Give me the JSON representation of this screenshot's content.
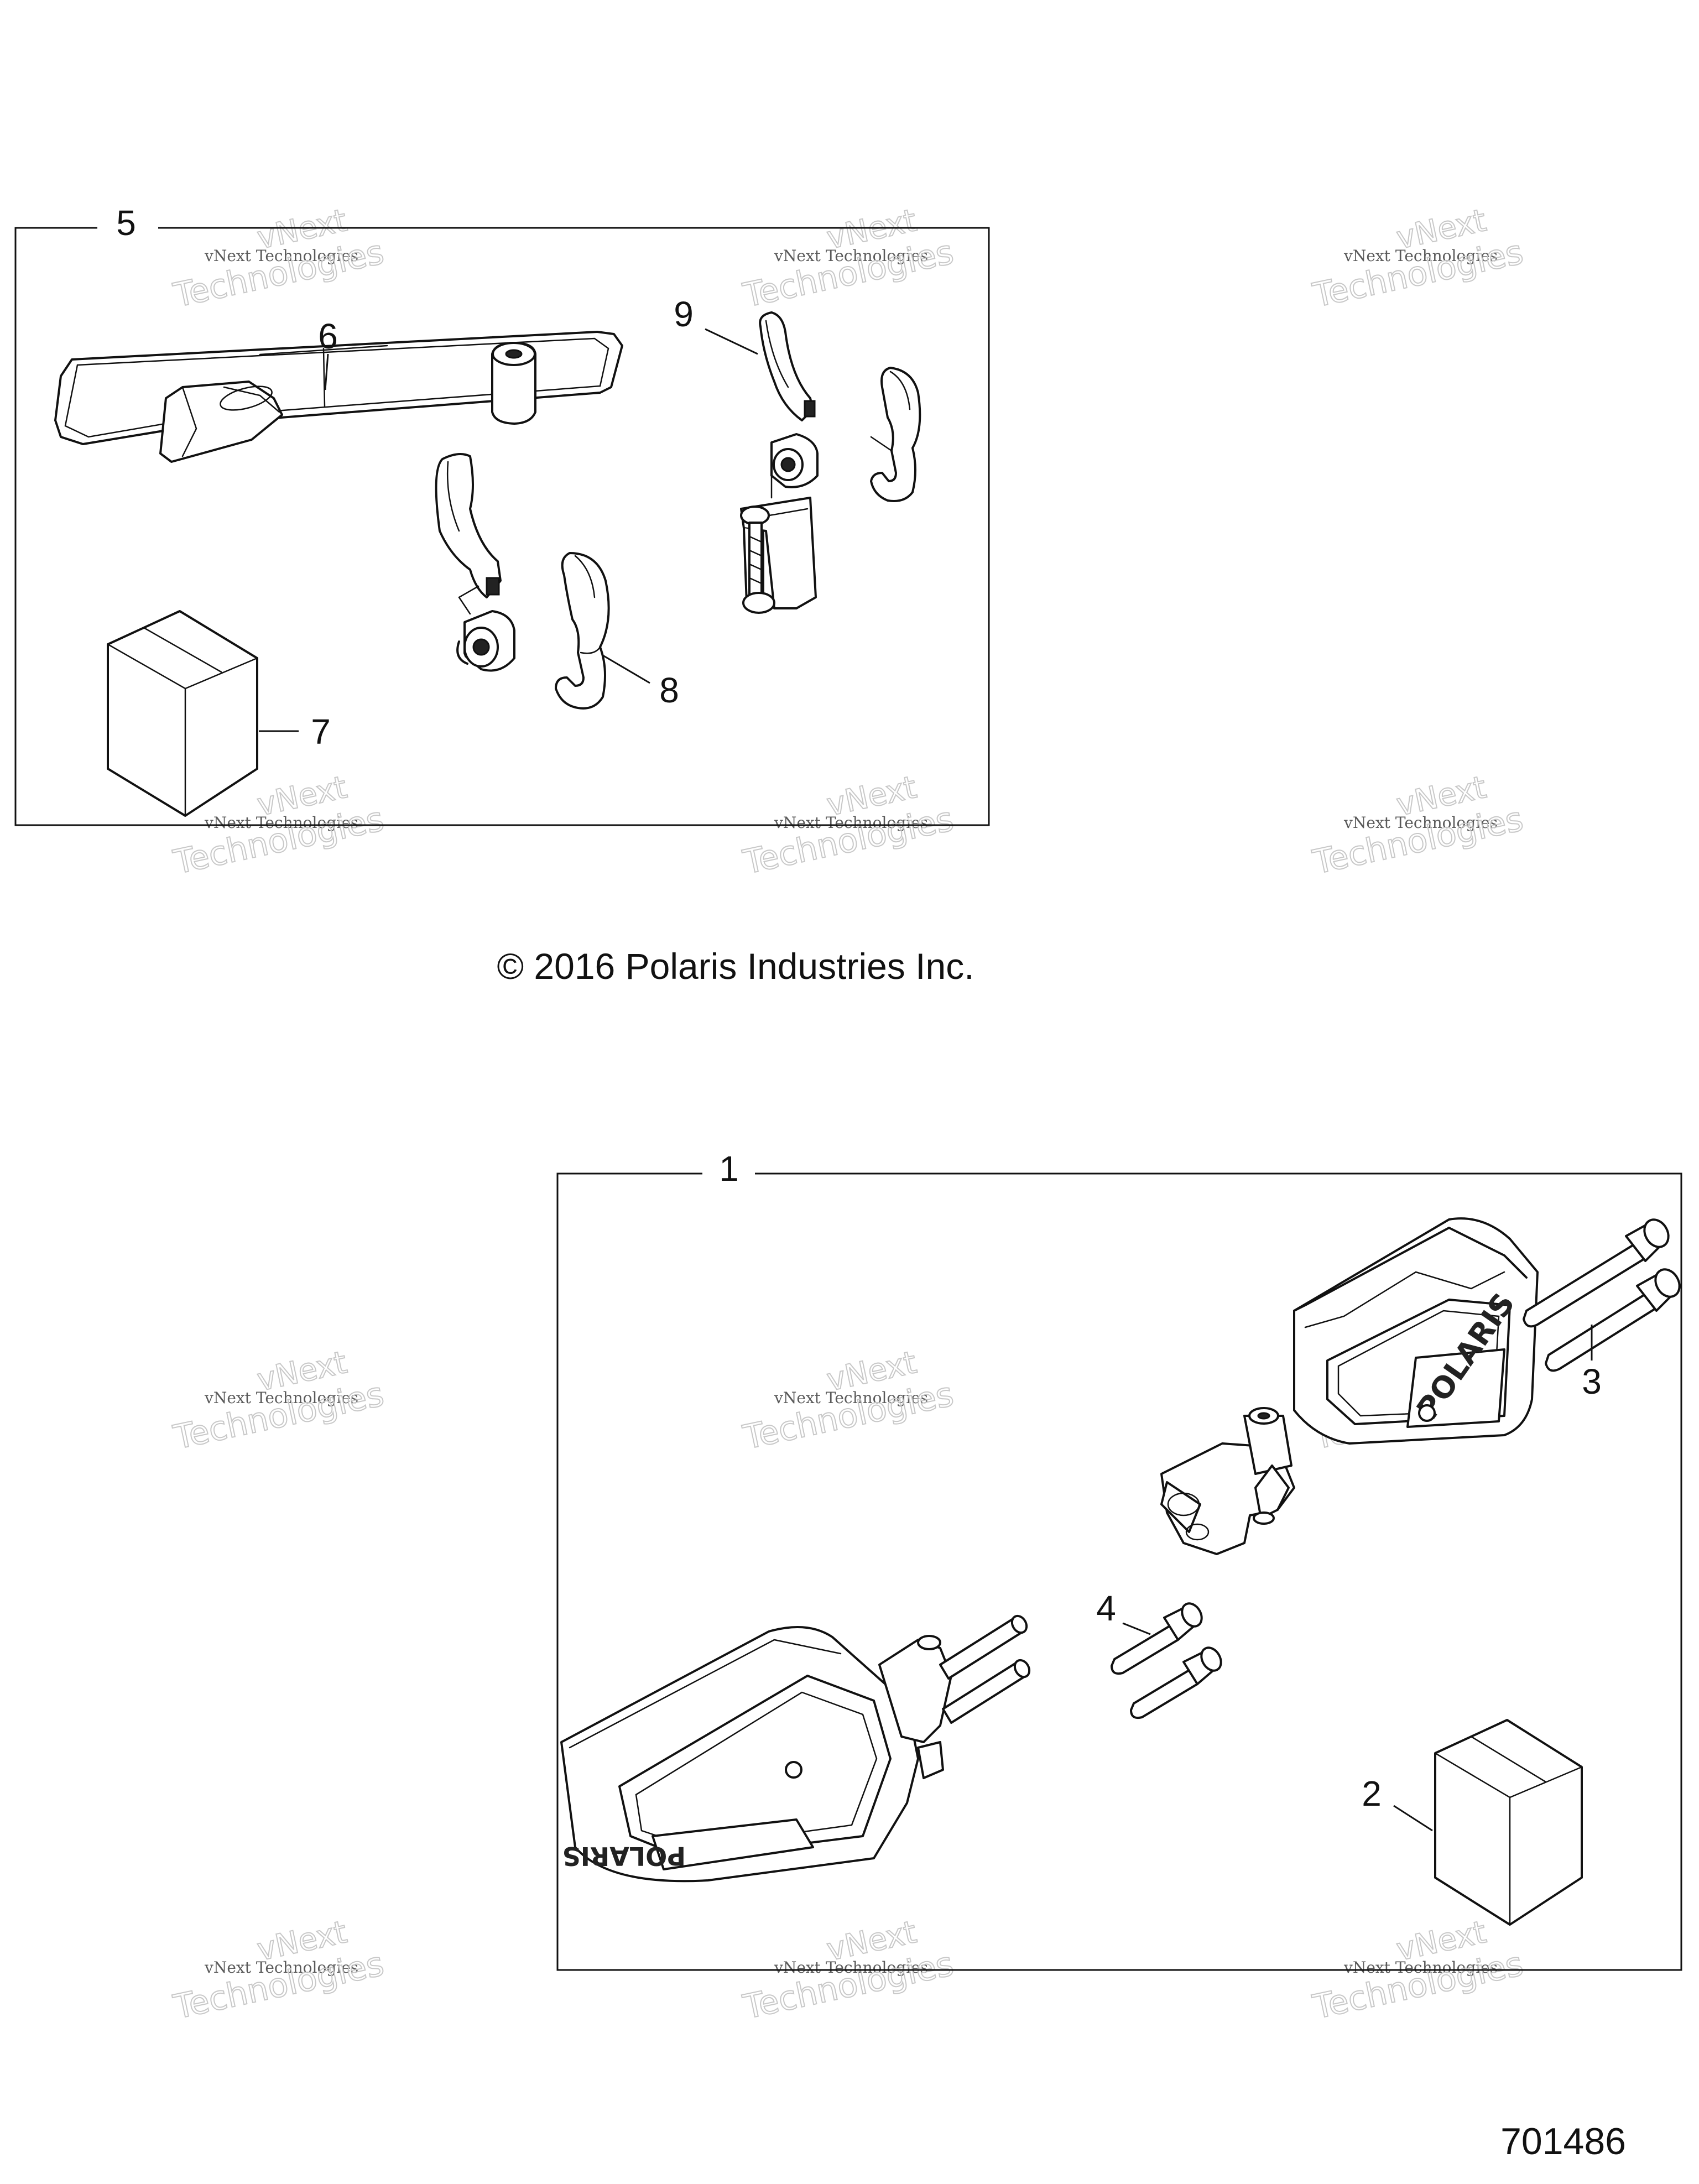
{
  "groups": {
    "upper": {
      "label": "5"
    },
    "lower": {
      "label": "1"
    }
  },
  "callouts": {
    "c1": "1",
    "c2": "2",
    "c3": "3",
    "c4": "4",
    "c5": "5",
    "c6": "6",
    "c7": "7",
    "c8": "8",
    "c9": "9"
  },
  "copyright": "© 2016 Polaris Industries Inc.",
  "diagram_id": "701486",
  "watermark": {
    "line1": "vNext Technologies",
    "line2": "vNext",
    "line3": "Technologies"
  },
  "mirror_logo": "POLARIS"
}
